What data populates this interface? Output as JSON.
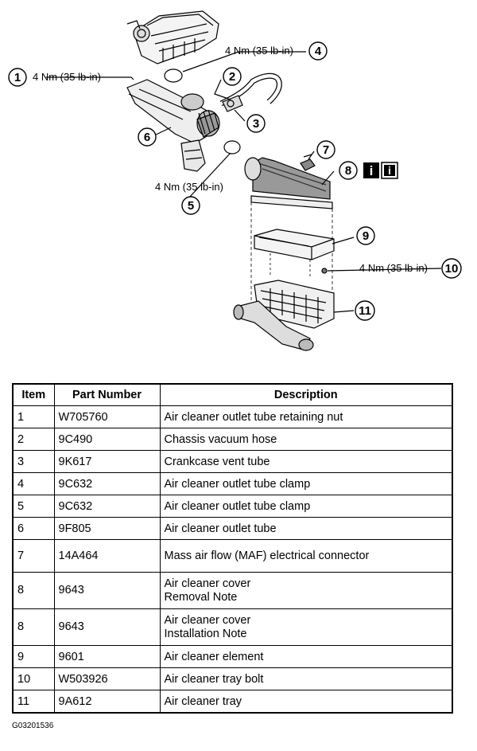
{
  "diagram": {
    "callouts": [
      {
        "num": "1",
        "torque": "4 Nm (35 lb-in)"
      },
      {
        "num": "2",
        "torque": ""
      },
      {
        "num": "3",
        "torque": ""
      },
      {
        "num": "4",
        "torque": "4 Nm (35 lb-in)"
      },
      {
        "num": "5",
        "torque": "4 Nm (35 lb-in)"
      },
      {
        "num": "6",
        "torque": ""
      },
      {
        "num": "7",
        "torque": ""
      },
      {
        "num": "8",
        "torque": ""
      },
      {
        "num": "9",
        "torque": ""
      },
      {
        "num": "10",
        "torque": "4 Nm (35 lb-in)"
      },
      {
        "num": "11",
        "torque": ""
      }
    ],
    "info_icons": [
      "info-icon",
      "info-icon"
    ],
    "info_glyph": "i"
  },
  "table": {
    "headers": {
      "item": "Item",
      "part": "Part Number",
      "desc": "Description"
    },
    "rows": [
      {
        "item": "1",
        "part": "W705760",
        "desc": "Air cleaner outlet tube retaining nut"
      },
      {
        "item": "2",
        "part": "9C490",
        "desc": "Chassis vacuum hose"
      },
      {
        "item": "3",
        "part": "9K617",
        "desc": "Crankcase vent tube"
      },
      {
        "item": "4",
        "part": "9C632",
        "desc": "Air cleaner outlet tube clamp"
      },
      {
        "item": "5",
        "part": "9C632",
        "desc": "Air cleaner outlet tube clamp"
      },
      {
        "item": "6",
        "part": "9F805",
        "desc": "Air cleaner outlet tube"
      },
      {
        "item": "7",
        "part": "14A464",
        "desc": "Mass air flow (MAF) electrical connector"
      },
      {
        "item": "8",
        "part": "9643",
        "desc": "Air cleaner cover",
        "note": "Removal Note"
      },
      {
        "item": "8",
        "part": "9643",
        "desc": "Air cleaner cover",
        "note": "Installation Note"
      },
      {
        "item": "9",
        "part": "9601",
        "desc": "Air cleaner element"
      },
      {
        "item": "10",
        "part": "W503926",
        "desc": "Air cleaner tray bolt"
      },
      {
        "item": "11",
        "part": "9A612",
        "desc": "Air cleaner tray"
      }
    ]
  },
  "figure_id": "G03201536"
}
